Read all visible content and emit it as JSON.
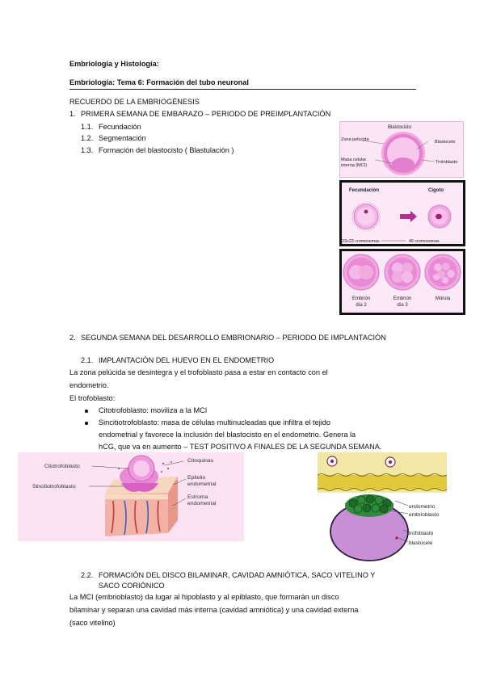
{
  "header": {
    "course": "Embriología y Histología:",
    "topic": "Embriología: Tema 6: Formación del tubo neuronal"
  },
  "recap_title": "RECUERDO DE LA EMBRIOGÉNESIS",
  "week1": {
    "num": "1.",
    "title": "PRIMERA SEMANA DE EMBARAZO – PERIODO DE PREIMPLANTACIÓN",
    "items": [
      {
        "num": "1.1.",
        "label": "Fecundación"
      },
      {
        "num": "1.2.",
        "label": "Segmentación"
      },
      {
        "num": "1.3.",
        "label": "Formación del blastocisto ( Blastulación )"
      }
    ]
  },
  "fig_blastocyst": {
    "labels": {
      "blastocisto": "Blastocisto",
      "zona": "Zona pelúcida",
      "blastocele": "Blastocele",
      "mci1": "Masa celular",
      "mci2": "interna (MCI)",
      "trofoblasto": "Trofoblasto"
    }
  },
  "fig_fecundation": {
    "title_left": "Fecundación",
    "title_right": "Cigoto",
    "caption_left": "23+23 cromosomas",
    "caption_right": "46 cromosomas"
  },
  "fig_embryos": {
    "labels": [
      {
        "l1": "Embrión",
        "l2": "día 2"
      },
      {
        "l1": "Embrión",
        "l2": "día 3"
      },
      {
        "l1": "Mórula",
        "l2": ""
      }
    ]
  },
  "week2": {
    "num": "2.",
    "title": "SEGUNDA SEMANA DEL DESARROLLO EMBRIONARIO – PERIODO DE IMPLANTACIÓN"
  },
  "sec21": {
    "num": "2.1.",
    "title": "IMPLANTACIÓN DEL HUEVO EN EL ENDOMETRIO",
    "p1": "La zona pelúcida se desintegra y el trofoblasto pasa a estar en contacto con el",
    "p2": "endometrio.",
    "p3": "El trofoblasto:",
    "b1": "Citotrofoblasto: moviliza a la MCI",
    "b2a": "Sincitiotrofoblasto: masa de células multinucleadas que infiltra el tejido",
    "b2b": "endometrial y favorece la inclusión del blastocisto en el endometrio. Genera la",
    "b2c": "hCG, que va en aumento – TEST POSITIVO A FINALES DE LA SEGUNDA SEMANA."
  },
  "fig_implant": {
    "citotrofoblasto": "Citotrofoblasto",
    "sincitiotrofoblasto": "Sincitiotrofoblasto",
    "citoquinas": "Citoquinas",
    "epitelio1": "Epitelio",
    "epitelio2": "endometrial",
    "estroma1": "Estroma",
    "estroma2": "endometrial"
  },
  "fig_endometrium": {
    "endometrio": "endometrio",
    "embrioblasto": "embrioblasto",
    "trofoblasto": "trofoblasto",
    "blastocele": "blastocele"
  },
  "sec22": {
    "num": "2.2.",
    "title1": "FORMACIÓN DEL DISCO BILAMINAR, CAVIDAD AMNIÓTICA, SACO VITELINO Y",
    "title2": "SACO CORIÓNICO",
    "p1": "La MCI (embrioblasto) da lugar al hipoblasto y al epiblasto, que formarán un disco",
    "p2": "bilaminar y separan una cavidad más interna (cavidad amniótica) y una cavidad externa",
    "p3": "(saco vitelino)"
  },
  "colors": {
    "pink": "#e27fd0",
    "pink_light": "#f5c6ec",
    "magenta": "#c0369e",
    "endometrium_yellow": "#e6cf4a",
    "embryoblast_green": "#2f8a3a",
    "blastocyst_violet": "#c98fd6"
  }
}
